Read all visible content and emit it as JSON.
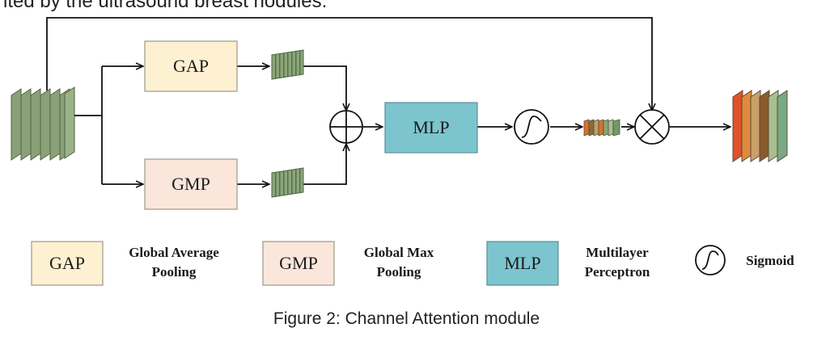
{
  "header_text": "ited by the ultrasound breast nodules.",
  "boxes": {
    "gap": "GAP",
    "gmp": "GMP",
    "mlp": "MLP"
  },
  "legend": {
    "gap": {
      "box": "GAP",
      "line1": "Global Average",
      "line2": "Pooling"
    },
    "gmp": {
      "box": "GMP",
      "line1": "Global Max",
      "line2": "Pooling"
    },
    "mlp": {
      "box": "MLP",
      "line1": "Multilayer",
      "line2": "Perceptron"
    },
    "sigmoid": {
      "label": "Sigmoid"
    }
  },
  "caption": "Figure 2: Channel Attention module",
  "colors": {
    "gap_fill": "#fdf1d2",
    "gmp_fill": "#fbe6dc",
    "mlp_fill": "#7cc5cf",
    "feature_green": "#8ca57a",
    "line": "#111111"
  }
}
